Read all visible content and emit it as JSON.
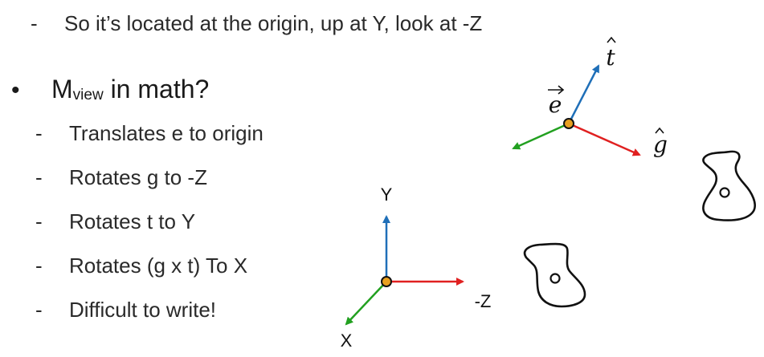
{
  "slide": {
    "line_1": "So it’s located at the origin, up at Y, look at -Z",
    "bullet_main": "M",
    "bullet_main_sub": "view",
    "bullet_main_rest": " in math?",
    "items": [
      "Translates e to origin",
      "Rotates g to -Z",
      "Rotates t to Y",
      "Rotates (g x t) To X",
      "Difficult to write!"
    ],
    "dash": "-",
    "bullet": "•"
  },
  "diagram": {
    "camera_labels": {
      "e": "e",
      "t": "t",
      "g": "g"
    },
    "world_labels": {
      "y": "Y",
      "neg_z": "-Z",
      "x": "X"
    },
    "colors": {
      "red": "#e02020",
      "green": "#22a020",
      "blue": "#1f6fb8",
      "origin": "#e8a020"
    }
  }
}
